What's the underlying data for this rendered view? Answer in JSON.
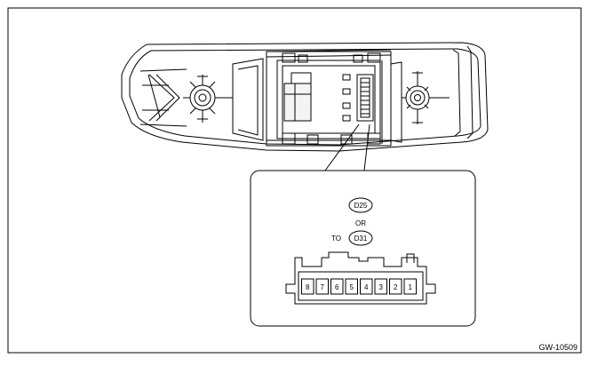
{
  "figure_id": "GW-10509",
  "inset": {
    "connector_primary": "D25",
    "or_label": "OR",
    "to_label": "TO",
    "connector_alt": "D31",
    "pins": [
      "8",
      "7",
      "6",
      "5",
      "4",
      "3",
      "2",
      "1"
    ]
  }
}
